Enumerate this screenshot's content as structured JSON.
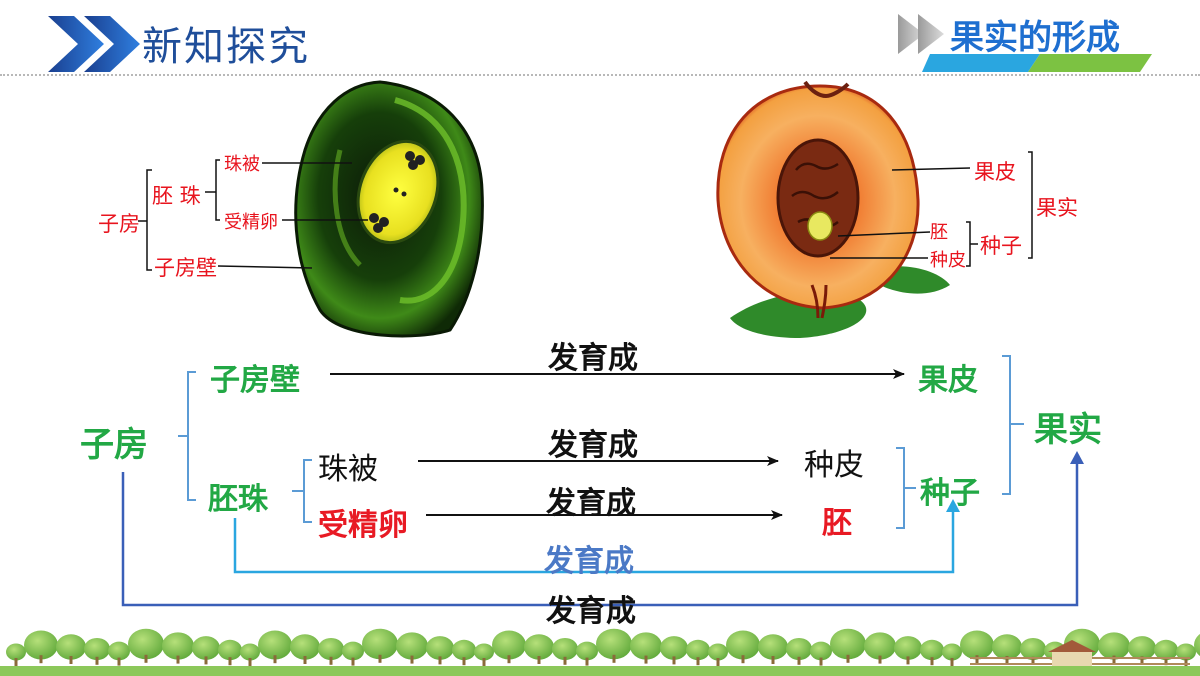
{
  "header": {
    "title": "新知探究",
    "badge": "果实的形成"
  },
  "ovule_figure": {
    "ovary": "子房",
    "ovule": "胚 珠",
    "integument": "珠被",
    "fertilized_egg": "受精卵",
    "ovary_wall": "子房壁"
  },
  "fruit_figure": {
    "pericarp": "果皮",
    "fruit": "果实",
    "embryo": "胚",
    "seed_coat": "种皮",
    "seed": "种子"
  },
  "flow": {
    "ovary": "子房",
    "ovary_wall": "子房壁",
    "ovule": "胚珠",
    "integument": "珠被",
    "fertilized_egg": "受精卵",
    "pericarp": "果皮",
    "seed_coat": "种皮",
    "embryo": "胚",
    "seed": "种子",
    "fruit": "果实",
    "develop_1": "发育成",
    "develop_2": "发育成",
    "develop_3": "发育成",
    "develop_4": "发育成",
    "develop_5": "发育成"
  },
  "colors": {
    "title_blue": "#1f4e9a",
    "badge_blue": "#1e6fd0",
    "label_green": "#22a845",
    "label_red": "#e81a24",
    "bracket_blue": "#5b9bd5",
    "line_navy": "#3a5fb8",
    "line_cyan": "#2aa6e0"
  }
}
